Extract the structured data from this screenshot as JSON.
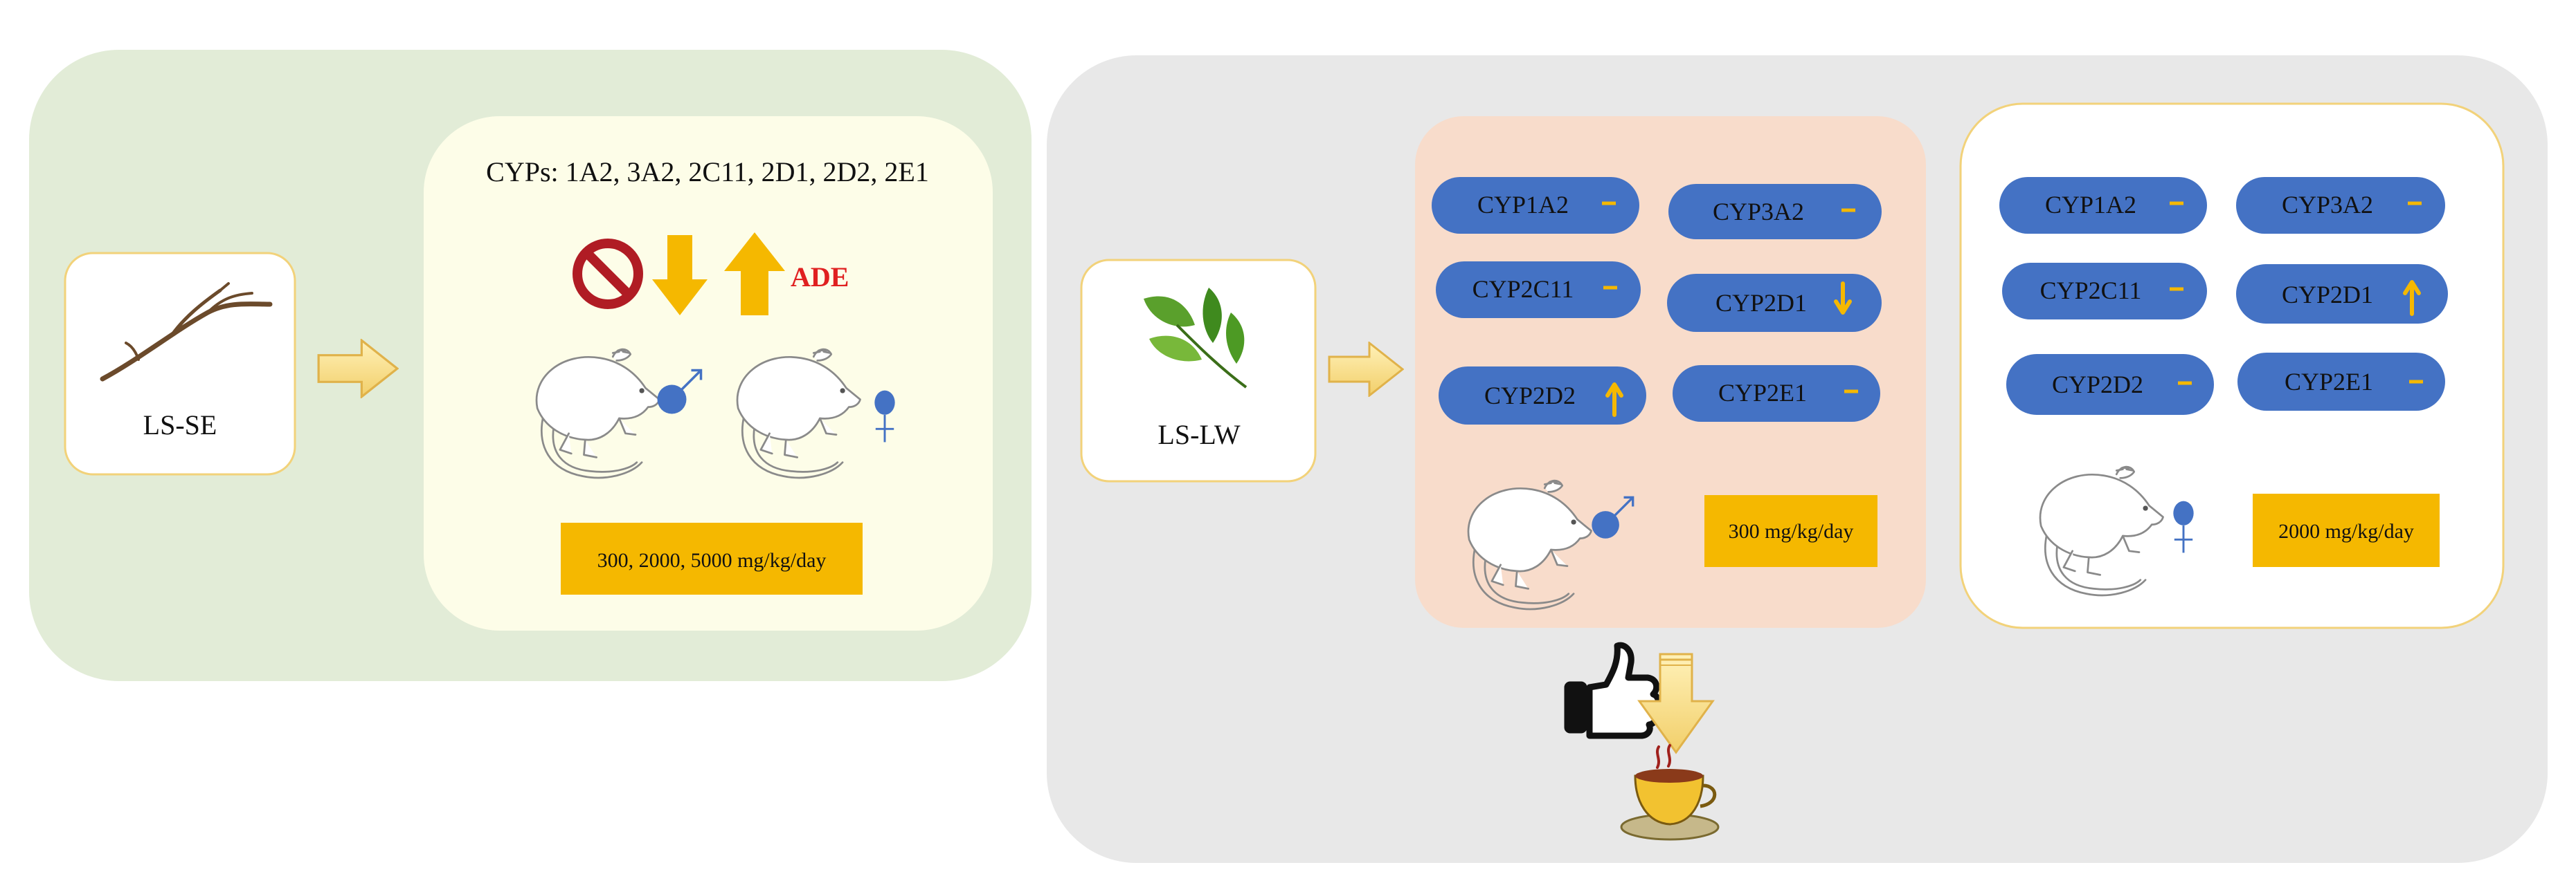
{
  "left_panel": {
    "source_label": "LS-SE",
    "cyps_label": "CYPs: 1A2, 3A2, 2C11, 2D1, 2D2, 2E1",
    "effect_label": "ADE",
    "dose_label": "300, 2000, 5000 mg/kg/day"
  },
  "right_panel": {
    "source_label": "LS-LW",
    "male_group": {
      "dose_label": "300 mg/kg/day",
      "enzymes": [
        {
          "name": "CYP1A2",
          "effect": "none"
        },
        {
          "name": "CYP3A2",
          "effect": "none"
        },
        {
          "name": "CYP2C11",
          "effect": "none"
        },
        {
          "name": "CYP2D1",
          "effect": "down"
        },
        {
          "name": "CYP2D2",
          "effect": "up"
        },
        {
          "name": "CYP2E1",
          "effect": "none"
        }
      ]
    },
    "female_group": {
      "dose_label": "2000 mg/kg/day",
      "enzymes": [
        {
          "name": "CYP1A2",
          "effect": "none"
        },
        {
          "name": "CYP3A2",
          "effect": "none"
        },
        {
          "name": "CYP2C11",
          "effect": "none"
        },
        {
          "name": "CYP2D1",
          "effect": "up"
        },
        {
          "name": "CYP2D2",
          "effect": "none"
        },
        {
          "name": "CYP2E1",
          "effect": "none"
        }
      ]
    }
  },
  "colors": {
    "left_bg": "#e2ecd7",
    "right_bg": "#e8e8e8",
    "inner_cream": "#fdfde8",
    "male_panel": "#f8dccb",
    "enzyme_pill": "#4472c4",
    "arrow_orange": "#f5b800",
    "ade_red": "#e02020",
    "dose_box": "#f5b800",
    "sex_symbol": "#4472c4",
    "border_gold": "#f2d27a"
  }
}
